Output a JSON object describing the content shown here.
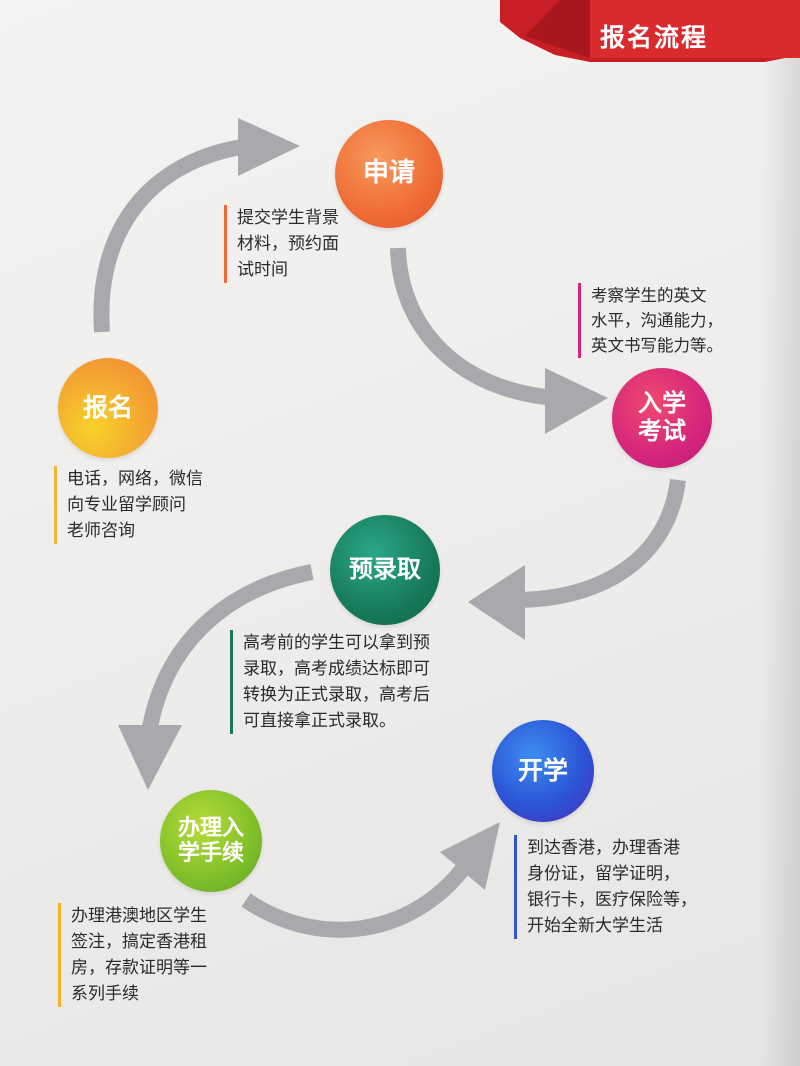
{
  "header": {
    "title": "报名流程"
  },
  "colors": {
    "ribbon": "#d9262b",
    "arrow": "#aaa8ad"
  },
  "steps": [
    {
      "id": "baoming",
      "title": "报名",
      "lines": [
        "电话，网络，微信",
        "向专业留学顾问",
        "老师咨询"
      ]
    },
    {
      "id": "shenqing",
      "title": "申请",
      "lines": [
        "提交学生背景",
        "材料，预约面",
        "试时间"
      ]
    },
    {
      "id": "kaoshi",
      "title_lines": [
        "入学",
        "考试"
      ],
      "lines": [
        "考察学生的英文",
        "水平，沟通能力，",
        "英文书写能力等。"
      ]
    },
    {
      "id": "yulu",
      "title": "预录取",
      "lines": [
        "高考前的学生可以拿到预",
        "录取，高考成绩达标即可",
        "转换为正式录取，高考后",
        "可直接拿正式录取。"
      ]
    },
    {
      "id": "banli",
      "title_lines": [
        "办理入",
        "学手续"
      ],
      "lines": [
        "办理港澳地区学生",
        "签注，搞定香港租",
        "房，存款证明等一",
        "系列手续"
      ]
    },
    {
      "id": "kaixue",
      "title": "开学",
      "lines": [
        "到达香港，办理香港",
        "身份证，留学证明，",
        "银行卡，医疗保险等，",
        "开始全新大学生活"
      ]
    }
  ]
}
